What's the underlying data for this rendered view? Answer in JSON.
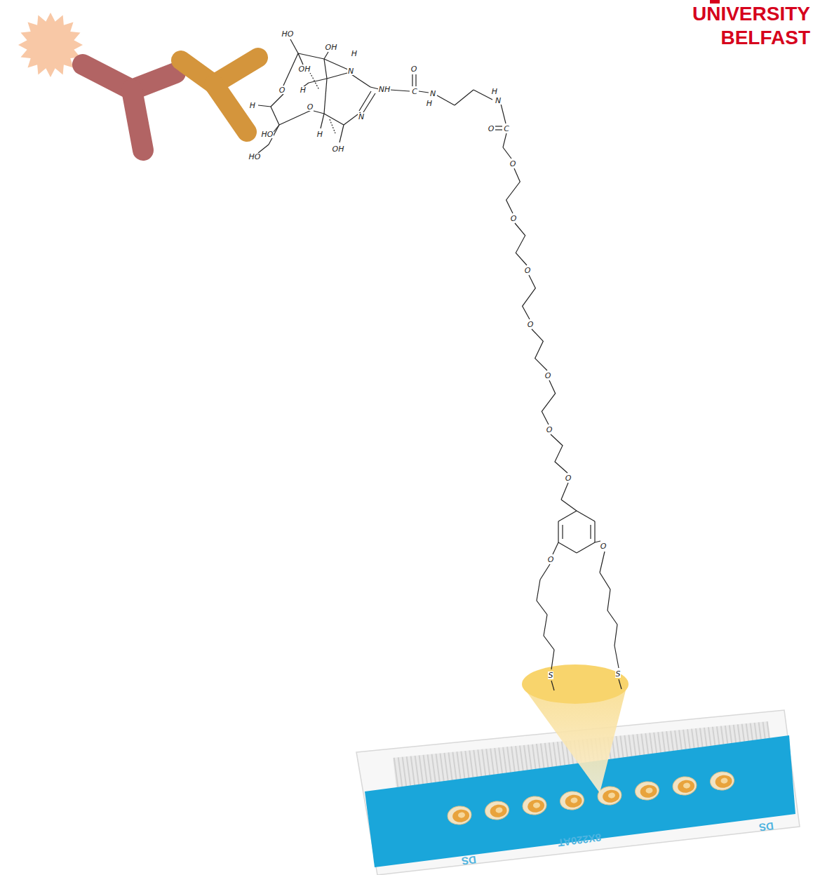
{
  "diagram": {
    "labels": [
      "UNIVERSITY",
      "BELFAST",
      "HO",
      "OH",
      "H",
      "OH",
      "N",
      "O",
      "O",
      "H",
      "NH",
      "C",
      "H",
      "O",
      "N",
      "H",
      "N",
      "H",
      "HO",
      "OH",
      "HO",
      "N",
      "H",
      "O",
      "C",
      "O",
      "O",
      "O",
      "O",
      "O",
      "O",
      "O",
      "O",
      "O",
      "S",
      "S",
      "DS",
      "8X220AT",
      "DS"
    ]
  }
}
